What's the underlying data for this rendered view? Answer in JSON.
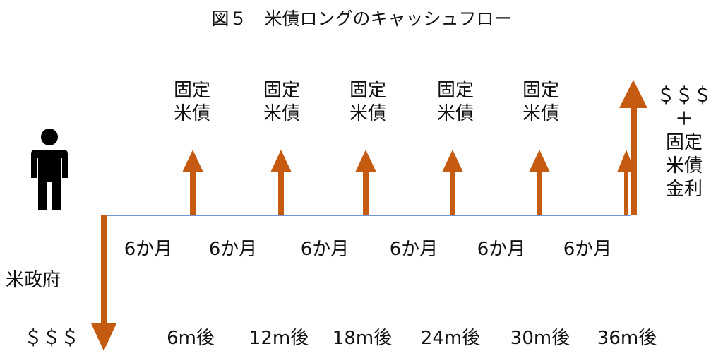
{
  "title": "図５　米債ロングのキャッシュフロー",
  "investor_icon": "person-icon",
  "coupon_label_line1": "固定",
  "coupon_label_line2": "米債",
  "final_payment": {
    "line1": "＄＄＄",
    "line2": "＋",
    "line3": "固定",
    "line4": "米債",
    "line5": "金利"
  },
  "issuer_label": "米政府",
  "principal_label": "＄＄＄",
  "intervals": [
    "6か月",
    "6か月",
    "6か月",
    "6か月",
    "6か月",
    "6か月"
  ],
  "milestones": [
    "6m後",
    "12m後",
    "18m後",
    "24m後",
    "30m後",
    "36m後"
  ],
  "colors": {
    "arrow": "#c55a11",
    "timeline": "#4472c4",
    "person": "#000000"
  }
}
